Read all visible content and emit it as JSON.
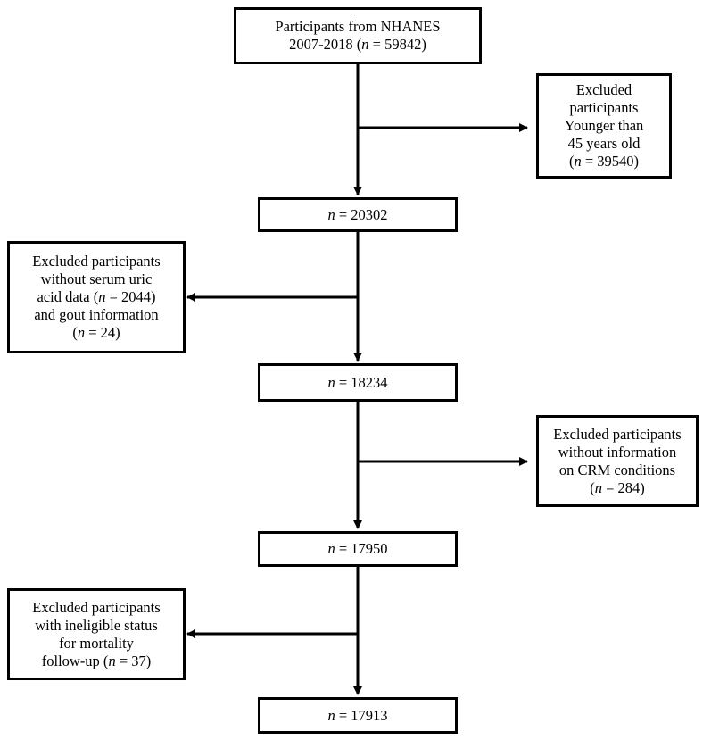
{
  "boxes": {
    "start": {
      "line1": "Participants from NHANES",
      "line2_pre": "2007-2018 (",
      "n": "n",
      "line2_post": " = 59842)"
    },
    "excl_age": {
      "line1": "Excluded",
      "line2": "participants",
      "line3": "Younger than",
      "line4": "45 years old",
      "line5_pre": "(",
      "n": "n",
      "line5_post": " = 39540)"
    },
    "step1": {
      "n": "n",
      "text": " = 20302"
    },
    "excl_uric": {
      "line1": "Excluded participants",
      "line2": "without serum uric",
      "line3_pre": "acid data (",
      "n1": "n",
      "line3_post": " = 2044)",
      "line4": "and gout information",
      "line5_pre": "(",
      "n2": "n",
      "line5_post": " = 24)"
    },
    "step2": {
      "n": "n",
      "text": " = 18234"
    },
    "excl_crm": {
      "line1": "Excluded participants",
      "line2": "without information",
      "line3": "on CRM conditions",
      "line4_pre": "(",
      "n": "n",
      "line4_post": " = 284)"
    },
    "step3": {
      "n": "n",
      "text": " = 17950"
    },
    "excl_mort": {
      "line1": "Excluded participants",
      "line2": "with ineligible status",
      "line3": "for mortality",
      "line4_pre": "follow-up (",
      "n": "n",
      "line4_post": " = 37)"
    },
    "step4": {
      "n": "n",
      "text": " = 17913"
    }
  }
}
